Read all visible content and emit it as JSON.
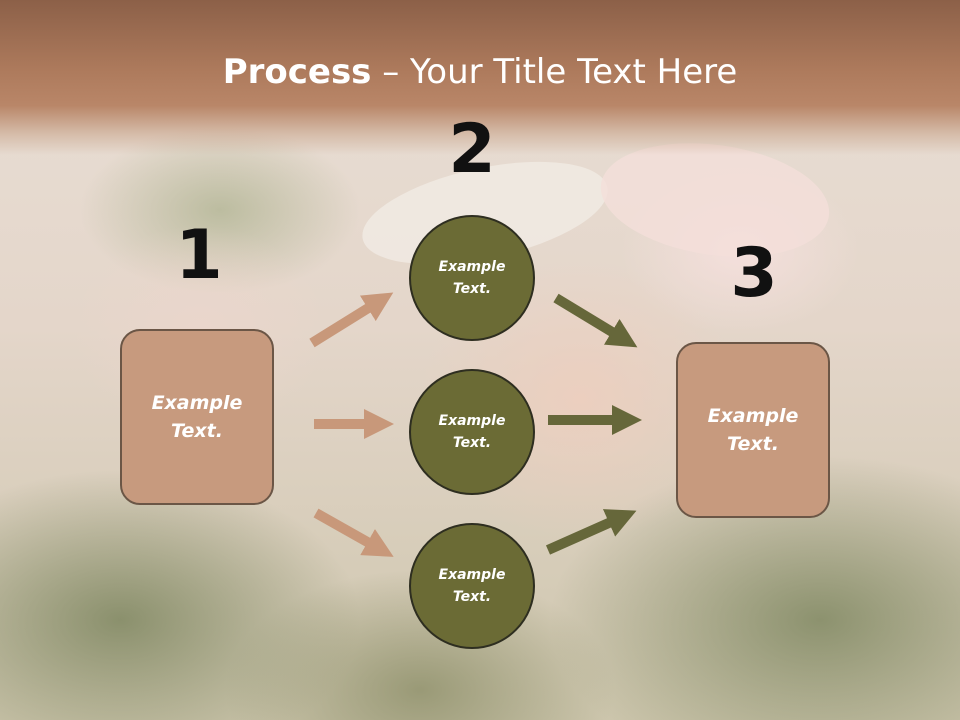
{
  "slide": {
    "title_bold": "Process",
    "title_rest": " – Your Title Text Here",
    "steps": [
      "1",
      "2",
      "3"
    ]
  },
  "diagram": {
    "left_box": {
      "line1": "Example",
      "line2": "Text."
    },
    "circles": [
      {
        "line1": "Example",
        "line2": "Text."
      },
      {
        "line1": "Example",
        "line2": "Text."
      },
      {
        "line1": "Example",
        "line2": "Text."
      }
    ],
    "right_box": {
      "line1": "Example",
      "line2": "Text."
    }
  },
  "colors": {
    "box_fill": "#c79a7e",
    "circle_fill": "#6b6b35",
    "arrow_left": "#c8987a",
    "arrow_right": "#66673a",
    "title_band": "#a9775a"
  }
}
